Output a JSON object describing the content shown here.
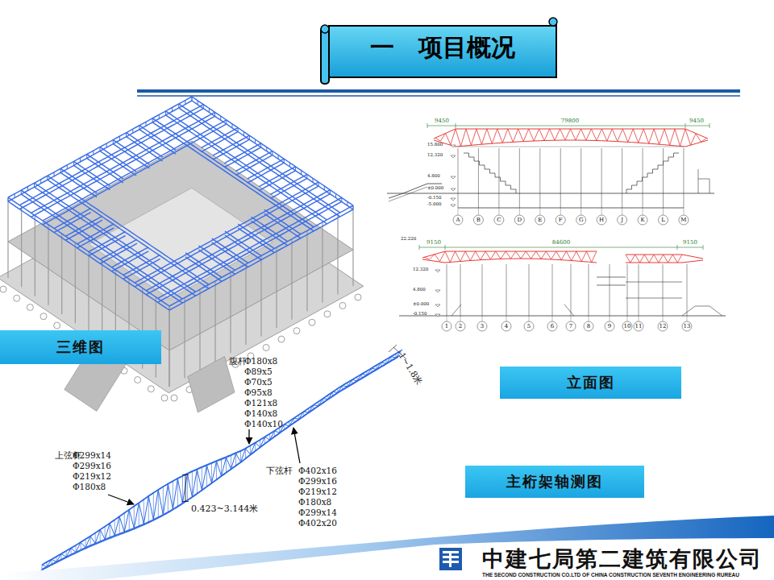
{
  "diagram": {
    "title": "一　项目概况",
    "nodes": [
      {
        "text": [
          "三维图"
        ]
      },
      {
        "text": [
          "立面图"
        ]
      },
      {
        "text": [
          "主桁架轴测图"
        ]
      }
    ],
    "labels": [
      "腹杆",
      "Φ180x8",
      "Φ89x5",
      "Φ70x5",
      "Φ95x8",
      "Φ121x8",
      "Φ140x8",
      "Φ140x10",
      "上弦杆",
      "Φ299x14",
      "Φ299x16",
      "Φ219x12",
      "Φ180x8",
      "下弦杆",
      "Φ402x16",
      "Φ299x16",
      "Φ219x12",
      "Φ180x8",
      "Φ299x14",
      "Φ402x20",
      "1~1.8米",
      "0.423~3.144米",
      "9450",
      "79800",
      "9450",
      "15.800",
      "12.320",
      "4.800",
      "±0.000",
      "-0.150",
      "-5.000",
      "A",
      "B",
      "C",
      "D",
      "E",
      "F",
      "G",
      "H",
      "J",
      "K",
      "L",
      "M",
      "9150",
      "84600",
      "9150",
      "22.220",
      "12.320",
      "4.800",
      "±0.000",
      "-0.150",
      "1",
      "2",
      "3",
      "4",
      "5",
      "6",
      "7",
      "8",
      "9",
      "10",
      "11",
      "12",
      "13",
      "中建七局第二建筑有限公司",
      "THE SECOND CONSTRUCTION CO.LTD OF CHINA CONSTRUCTION SEVENTH ENGINEERING RUREAU"
    ]
  }
}
